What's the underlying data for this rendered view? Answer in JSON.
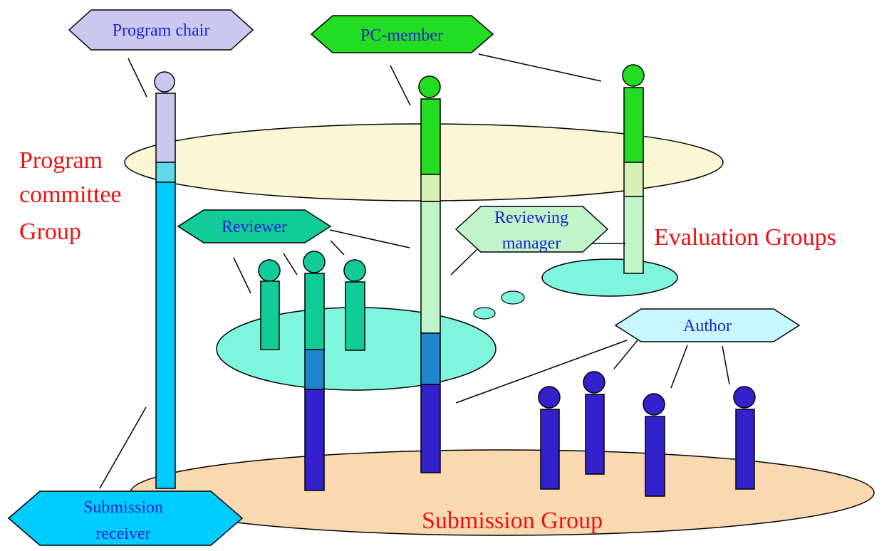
{
  "groups": {
    "program_committee": [
      "Program",
      "committee",
      "Group"
    ],
    "evaluation": "Evaluation Groups",
    "submission": "Submission Group"
  },
  "roles": {
    "program_chair": "Program chair",
    "pc_member": "PC-member",
    "reviewer": "Reviewer",
    "reviewing_manager": [
      "Reviewing",
      "manager"
    ],
    "author": "Author",
    "submission_receiver": [
      "Submission",
      "receiver"
    ]
  },
  "colors": {
    "group_label": "#ee1111",
    "role_label": "#2222cc",
    "program_chair": "#c8c8f0",
    "pc_member": "#22dd22",
    "reviewer": "#11cc99",
    "reviewing_manager": "#bff5c8",
    "author_label_bg": "#c8f8ff",
    "author": "#3322cc",
    "submission_receiver": "#00ccff",
    "pc_group_plane": "#fbf7d4",
    "evaluation_plane": "#7ff5dd",
    "submission_plane": "#fad8b0"
  }
}
